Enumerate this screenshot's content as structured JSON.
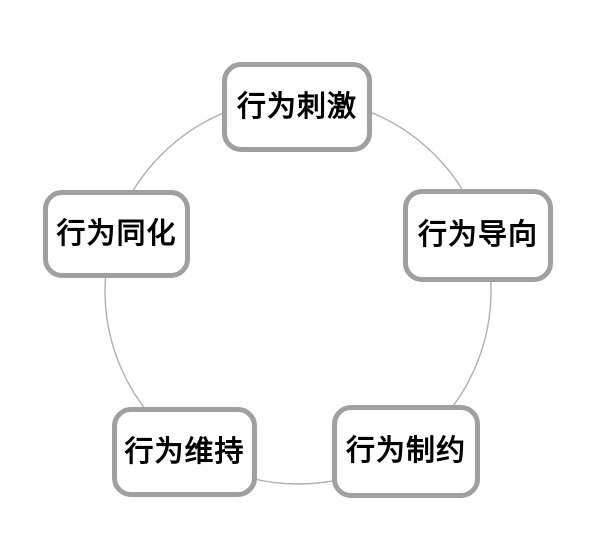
{
  "diagram": {
    "type": "cycle",
    "background_color": "#ffffff",
    "circle": {
      "stroke_color": "#b0b0b0"
    },
    "node_style": {
      "border_color": "#a0a0a0",
      "fill_color": "#ffffff",
      "text_color": "#000000"
    },
    "nodes": [
      {
        "label": "行为刺激",
        "position": "top"
      },
      {
        "label": "行为导向",
        "position": "right"
      },
      {
        "label": "行为制约",
        "position": "bottom-right"
      },
      {
        "label": "行为维持",
        "position": "bottom-left"
      },
      {
        "label": "行为同化",
        "position": "left"
      }
    ]
  }
}
